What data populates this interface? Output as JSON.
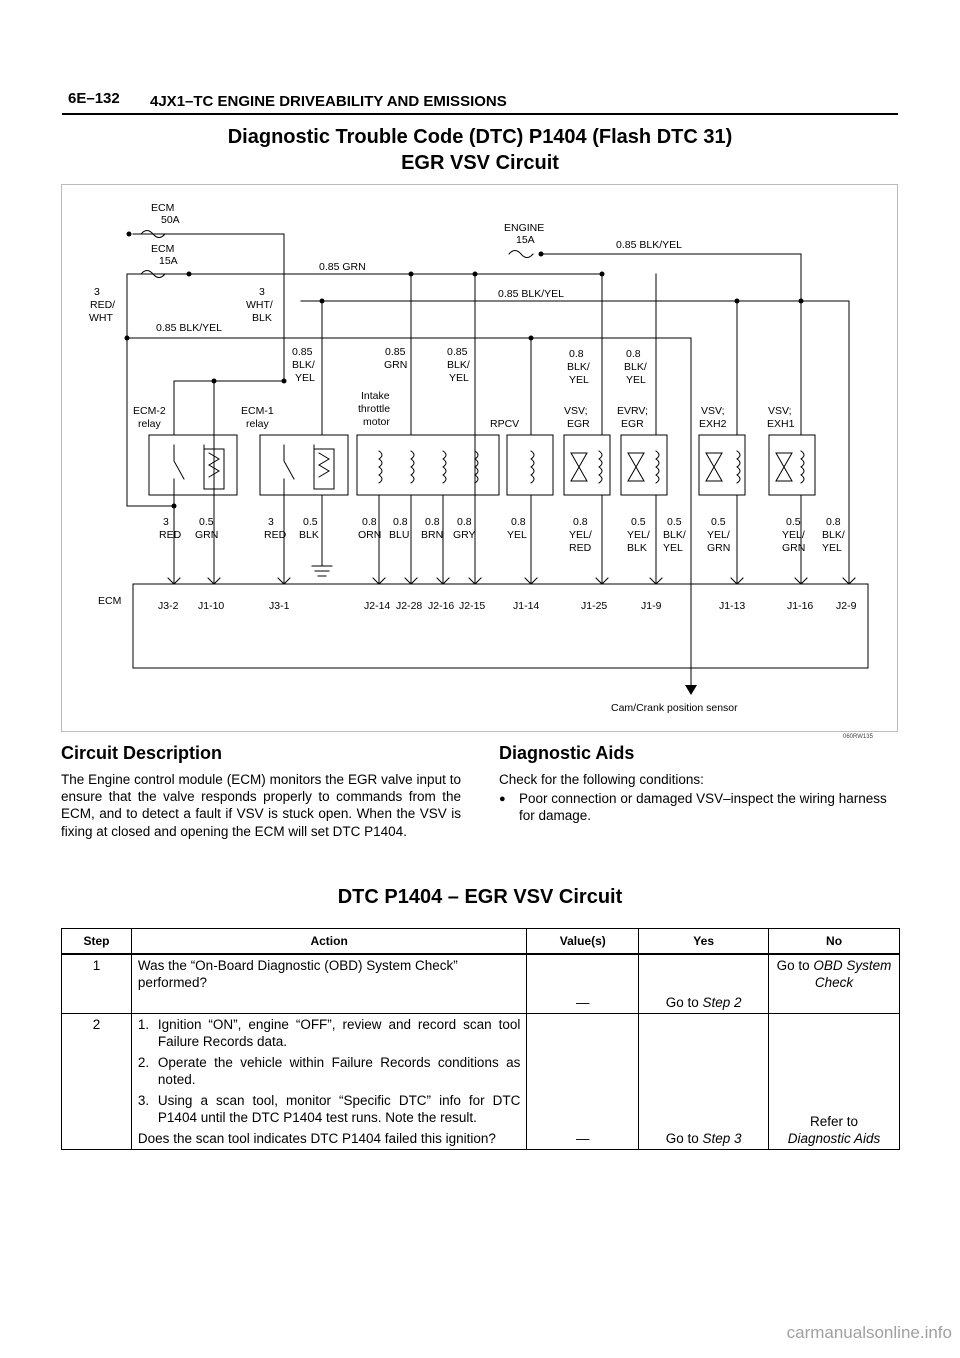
{
  "header": {
    "page_number": "6E–132",
    "manual_title": "4JX1–TC ENGINE DRIVEABILITY AND EMISSIONS"
  },
  "main_title": {
    "line1": "Diagnostic Trouble Code (DTC) P1404 (Flash DTC 31)",
    "line2": "EGR VSV Circuit"
  },
  "diagram": {
    "ref_code": "060RW135",
    "fuses": {
      "ecm_50a": [
        "ECM",
        "50A"
      ],
      "ecm_15a": [
        "ECM",
        "15A"
      ],
      "engine_15a": [
        "ENGINE",
        "15A"
      ]
    },
    "wire_labels": {
      "top_blk_yel": "0.85 BLK/YEL",
      "grn_bus": "0.85 GRN",
      "blk_yel_bus": "0.85 BLK/YEL",
      "left_blk_yel": "0.85 BLK/YEL",
      "red_wht": [
        "3",
        "RED/",
        "WHT"
      ],
      "wht_blk": [
        "3",
        "WHT/",
        "BLK"
      ],
      "drop_blk_yel_1": [
        "0.85",
        "BLK/",
        "YEL"
      ],
      "drop_grn": [
        "0.85",
        "GRN"
      ],
      "drop_blk_yel_2": [
        "0.85",
        "BLK/",
        "YEL"
      ],
      "drop_blk_yel_3": [
        "0.8",
        "BLK/",
        "YEL"
      ],
      "drop_blk_yel_4": [
        "0.8",
        "BLK/",
        "YEL"
      ]
    },
    "components": {
      "ecm2_relay": [
        "ECM-2",
        "relay"
      ],
      "ecm1_relay": [
        "ECM-1",
        "relay"
      ],
      "intake_motor": [
        "Intake",
        "throttle",
        "motor"
      ],
      "rpcv": "RPCV",
      "vsv_egr": [
        "VSV;",
        "EGR"
      ],
      "evrv_egr": [
        "EVRV;",
        "EGR"
      ],
      "vsv_exh2": [
        "VSV;",
        "EXH2"
      ],
      "vsv_exh1": [
        "VSV;",
        "EXH1"
      ]
    },
    "bottom_wires": [
      [
        "3",
        "RED"
      ],
      [
        "0.5",
        "GRN"
      ],
      [
        "3",
        "RED"
      ],
      [
        "0.5",
        "BLK"
      ],
      [
        "0.8",
        "ORN"
      ],
      [
        "0.8",
        "BLU"
      ],
      [
        "0.8",
        "BRN"
      ],
      [
        "0.8",
        "GRY"
      ],
      [
        "0.8",
        "YEL"
      ],
      [
        "0.8",
        "YEL/",
        "RED"
      ],
      [
        "0.5",
        "YEL/",
        "BLK"
      ],
      [
        "0.5",
        "BLK/",
        "YEL"
      ],
      [
        "0.5",
        "YEL/",
        "GRN"
      ],
      [
        "0.5",
        "YEL/",
        "GRN"
      ],
      [
        "0.8",
        "BLK/",
        "YEL"
      ]
    ],
    "ecm_label": "ECM",
    "pins": [
      "J3-2",
      "J1-10",
      "J3-1",
      "J2-14",
      "J2-28",
      "J2-16",
      "J2-15",
      "J1-14",
      "J1-25",
      "J1-9",
      "J1-13",
      "J1-16",
      "J2-9"
    ],
    "sensor_label": "Cam/Crank position sensor"
  },
  "circuit_description": {
    "heading": "Circuit Description",
    "body": "The Engine control module (ECM) monitors the EGR valve input to ensure that the valve responds properly to commands from the ECM, and to detect a fault if VSV is stuck open. When the VSV is fixing at closed and opening the ECM will set DTC P1404."
  },
  "diagnostic_aids": {
    "heading": "Diagnostic Aids",
    "intro": "Check for the following conditions:",
    "bullets": [
      "Poor connection or damaged VSV–inspect the wiring harness for damage."
    ]
  },
  "dtc_table": {
    "title": "DTC P1404 – EGR VSV Circuit",
    "headers": [
      "Step",
      "Action",
      "Value(s)",
      "Yes",
      "No"
    ],
    "rows": [
      {
        "step": "1",
        "action": "Was the “On-Board Diagnostic (OBD) System Check” performed?",
        "value": "—",
        "yes_prefix": "Go to ",
        "yes_ref": "Step 2",
        "no_prefix": "Go to ",
        "no_ref": "OBD System Check"
      },
      {
        "step": "2",
        "items": [
          "Ignition “ON”, engine “OFF”, review and record scan tool Failure Records data.",
          "Operate the vehicle within Failure Records conditions as noted.",
          "Using a scan tool, monitor “Specific DTC” info for DTC P1404 until the DTC P1404 test runs. Note the result."
        ],
        "question": "Does the scan tool indicates DTC P1404 failed this ignition?",
        "value": "—",
        "yes_prefix": "Go to ",
        "yes_ref": "Step 3",
        "no_prefix": "Refer to",
        "no_ref": "Diagnostic Aids"
      }
    ]
  },
  "watermark": "carmanualsonline.info"
}
